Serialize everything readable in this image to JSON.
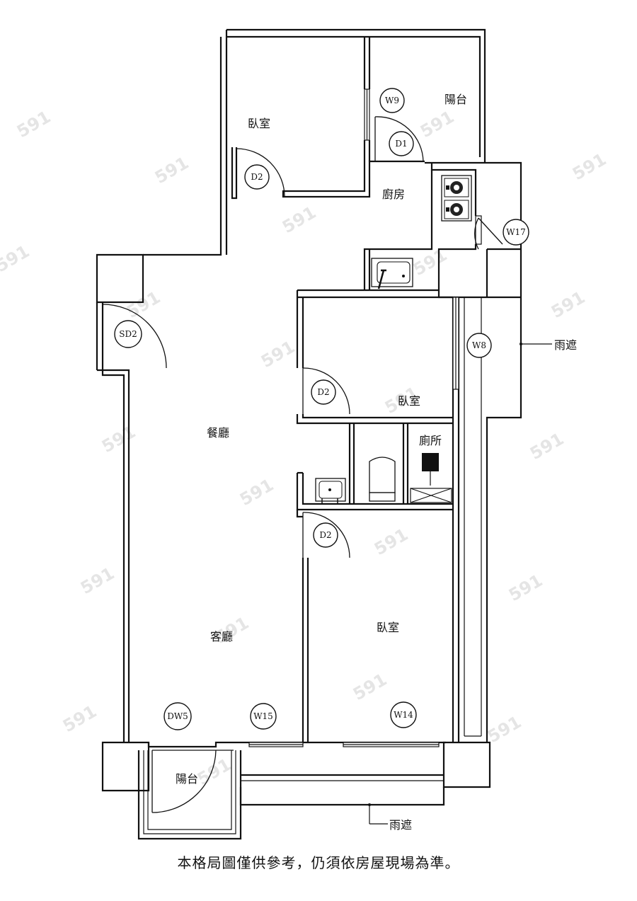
{
  "rooms": {
    "bedroom_top": "臥室",
    "balcony_top": "陽台",
    "kitchen": "廚房",
    "bedroom_mid": "臥室",
    "toilet": "廁所",
    "dining": "餐廳",
    "living": "客廳",
    "bedroom_bottom": "臥室",
    "balcony_bottom": "陽台"
  },
  "labels": {
    "canopy_right": "雨遮",
    "canopy_bottom": "雨遮"
  },
  "tags": {
    "w9": "W9",
    "d1": "D1",
    "d2_top": "D2",
    "w17": "W17",
    "sd2": "SD2",
    "w8": "W8",
    "d2_mid": "D2",
    "d2_low": "D2",
    "dw5": "DW5",
    "w15": "W15",
    "w14": "W14"
  },
  "watermark": "591",
  "note": "本格局圖僅供參考，仍須依房屋現場為準。"
}
